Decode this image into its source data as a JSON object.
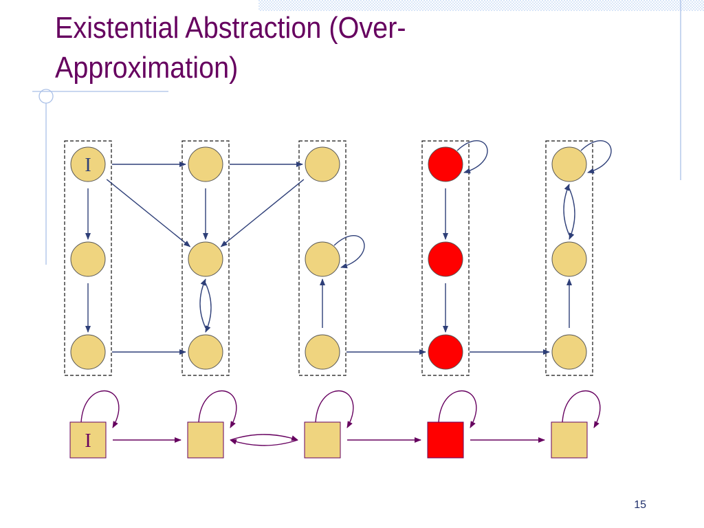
{
  "slide": {
    "title_line1": "Existential Abstraction (Over-",
    "title_line2": "Approximation)",
    "page_number": "15"
  },
  "diagram": {
    "initial_label": "I",
    "colors": {
      "state_fill": "#efd47f",
      "bad_fill": "#ff0000",
      "concrete_arrow": "#2e3f78",
      "abstract_arrow": "#66005f",
      "outline": "#555555",
      "decoration": "#a9bfe7"
    },
    "concrete_states": [
      {
        "id": "s00",
        "column": 1,
        "row": 1,
        "bad": false,
        "initial": true
      },
      {
        "id": "s01",
        "column": 1,
        "row": 2,
        "bad": false,
        "initial": false
      },
      {
        "id": "s02",
        "column": 1,
        "row": 3,
        "bad": false,
        "initial": false
      },
      {
        "id": "s10",
        "column": 2,
        "row": 1,
        "bad": false,
        "initial": false
      },
      {
        "id": "s11",
        "column": 2,
        "row": 2,
        "bad": false,
        "initial": false
      },
      {
        "id": "s12",
        "column": 2,
        "row": 3,
        "bad": false,
        "initial": false
      },
      {
        "id": "s20",
        "column": 3,
        "row": 1,
        "bad": false,
        "initial": false
      },
      {
        "id": "s21",
        "column": 3,
        "row": 2,
        "bad": false,
        "initial": false
      },
      {
        "id": "s22",
        "column": 3,
        "row": 3,
        "bad": false,
        "initial": false
      },
      {
        "id": "s30",
        "column": 4,
        "row": 1,
        "bad": true,
        "initial": false
      },
      {
        "id": "s31",
        "column": 4,
        "row": 2,
        "bad": true,
        "initial": false
      },
      {
        "id": "s32",
        "column": 4,
        "row": 3,
        "bad": true,
        "initial": false
      },
      {
        "id": "s40",
        "column": 5,
        "row": 1,
        "bad": false,
        "initial": false
      },
      {
        "id": "s41",
        "column": 5,
        "row": 2,
        "bad": false,
        "initial": false
      },
      {
        "id": "s42",
        "column": 5,
        "row": 3,
        "bad": false,
        "initial": false
      }
    ],
    "concrete_transitions": [
      {
        "from": "s00",
        "to": "s10"
      },
      {
        "from": "s10",
        "to": "s20"
      },
      {
        "from": "s00",
        "to": "s01"
      },
      {
        "from": "s01",
        "to": "s02"
      },
      {
        "from": "s00",
        "to": "s11"
      },
      {
        "from": "s10",
        "to": "s11"
      },
      {
        "from": "s20",
        "to": "s11"
      },
      {
        "from": "s11",
        "to": "s12"
      },
      {
        "from": "s12",
        "to": "s11"
      },
      {
        "from": "s02",
        "to": "s12"
      },
      {
        "from": "s22",
        "to": "s21"
      },
      {
        "from": "s21",
        "to": "s21"
      },
      {
        "from": "s22",
        "to": "s32"
      },
      {
        "from": "s30",
        "to": "s30"
      },
      {
        "from": "s30",
        "to": "s31"
      },
      {
        "from": "s31",
        "to": "s32"
      },
      {
        "from": "s32",
        "to": "s42"
      },
      {
        "from": "s40",
        "to": "s40"
      },
      {
        "from": "s40",
        "to": "s41"
      },
      {
        "from": "s41",
        "to": "s40"
      },
      {
        "from": "s42",
        "to": "s41"
      }
    ],
    "abstract_states": [
      {
        "id": "a0",
        "column": 1,
        "bad": false,
        "initial": true
      },
      {
        "id": "a1",
        "column": 2,
        "bad": false,
        "initial": false
      },
      {
        "id": "a2",
        "column": 3,
        "bad": false,
        "initial": false
      },
      {
        "id": "a3",
        "column": 4,
        "bad": true,
        "initial": false
      },
      {
        "id": "a4",
        "column": 5,
        "bad": false,
        "initial": false
      }
    ],
    "abstract_transitions": [
      {
        "from": "a0",
        "to": "a0"
      },
      {
        "from": "a1",
        "to": "a1"
      },
      {
        "from": "a2",
        "to": "a2"
      },
      {
        "from": "a3",
        "to": "a3"
      },
      {
        "from": "a4",
        "to": "a4"
      },
      {
        "from": "a0",
        "to": "a1"
      },
      {
        "from": "a1",
        "to": "a2"
      },
      {
        "from": "a2",
        "to": "a1"
      },
      {
        "from": "a2",
        "to": "a3"
      },
      {
        "from": "a3",
        "to": "a4"
      }
    ]
  }
}
